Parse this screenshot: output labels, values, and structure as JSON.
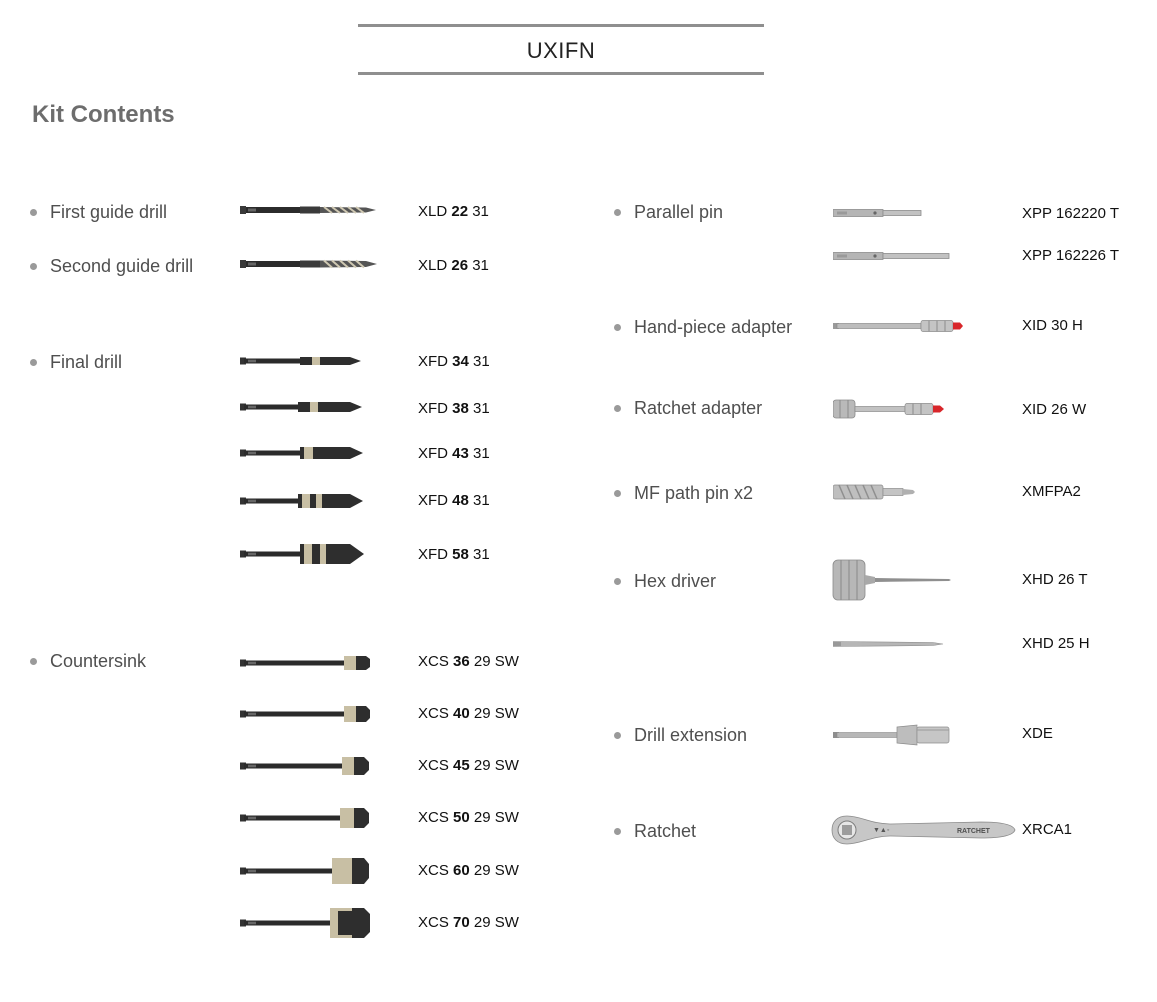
{
  "header": {
    "title": "UXIFN"
  },
  "section": {
    "title": "Kit Contents"
  },
  "left_items": [
    {
      "label": "First guide drill"
    },
    {
      "label": "Second guide drill"
    },
    {
      "label": "Final drill"
    },
    {
      "label": "Countersink"
    }
  ],
  "right_items": [
    {
      "label": "Parallel pin"
    },
    {
      "label": "Hand-piece adapter"
    },
    {
      "label": "Ratchet adapter"
    },
    {
      "label": "MF path pin x2"
    },
    {
      "label": "Hex driver"
    },
    {
      "label": "Drill extension"
    },
    {
      "label": "Ratchet"
    }
  ],
  "codes": {
    "xld2231": {
      "prefix": "XLD",
      "size": "22",
      "suffix": "31"
    },
    "xld2631": {
      "prefix": "XLD",
      "size": "26",
      "suffix": "31"
    },
    "xfd3431": {
      "prefix": "XFD",
      "size": "34",
      "suffix": "31"
    },
    "xfd3831": {
      "prefix": "XFD",
      "size": "38",
      "suffix": "31"
    },
    "xfd4331": {
      "prefix": "XFD",
      "size": "43",
      "suffix": "31"
    },
    "xfd4831": {
      "prefix": "XFD",
      "size": "48",
      "suffix": "31"
    },
    "xfd5831": {
      "prefix": "XFD",
      "size": "58",
      "suffix": "31"
    },
    "xcs36": {
      "prefix": "XCS",
      "size": "36",
      "suffix": "29 SW"
    },
    "xcs40": {
      "prefix": "XCS",
      "size": "40",
      "suffix": "29 SW"
    },
    "xcs45": {
      "prefix": "XCS",
      "size": "45",
      "suffix": "29 SW"
    },
    "xcs50": {
      "prefix": "XCS",
      "size": "50",
      "suffix": "29 SW"
    },
    "xcs60": {
      "prefix": "XCS",
      "size": "60",
      "suffix": "29 SW"
    },
    "xcs70": {
      "prefix": "XCS",
      "size": "70",
      "suffix": "29 SW"
    },
    "xpp220": "XPP 162220 T",
    "xpp226": "XPP 162226 T",
    "xid30h": "XID 30 H",
    "xid26w": "XID 26 W",
    "xmfpa2": "XMFPA2",
    "xhd26t": "XHD 26 T",
    "xhd25h": "XHD 25 H",
    "xde": "XDE",
    "xrca1": "XRCA1"
  },
  "tool_text": {
    "ratchet_engraving": "RATCHET"
  },
  "colors": {
    "header_line": "#8f8f8f",
    "title_gray": "#6d6d6d",
    "adapter_tip_red": "#d8262a"
  }
}
